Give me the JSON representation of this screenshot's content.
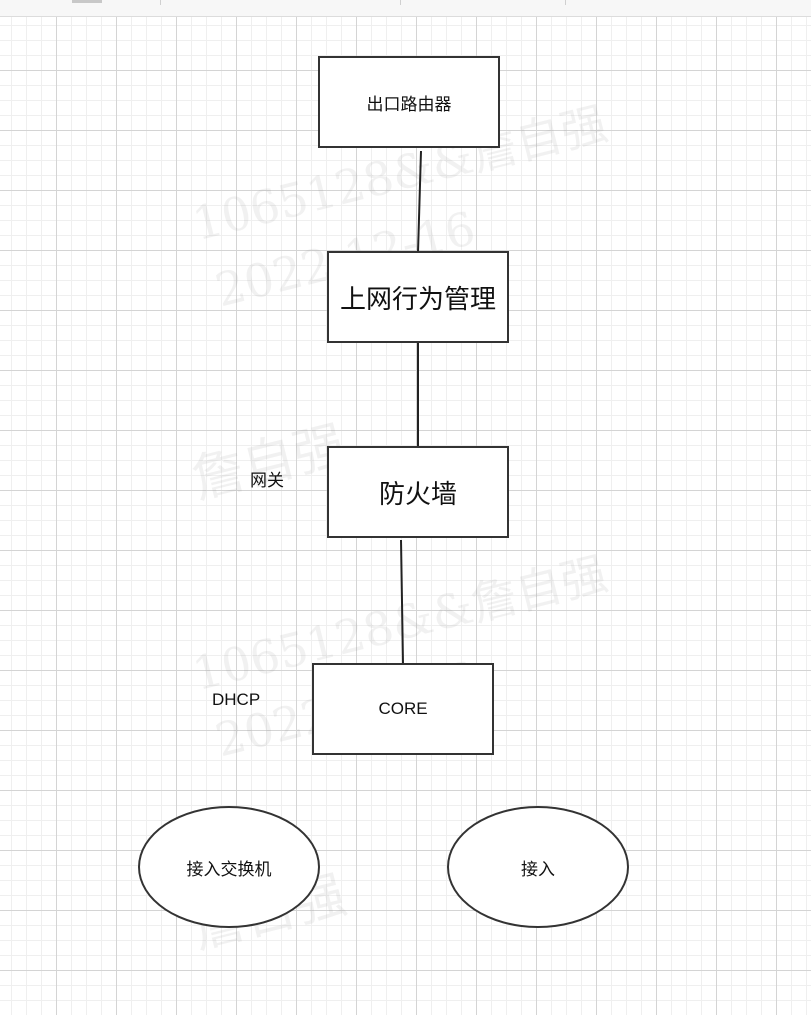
{
  "diagram": {
    "type": "network-topology",
    "nodes": [
      {
        "id": "router",
        "label": "出口路由器",
        "shape": "rectangle"
      },
      {
        "id": "behavior-mgmt",
        "label": "上网行为管理",
        "shape": "rectangle"
      },
      {
        "id": "firewall",
        "label": "防火墙",
        "shape": "rectangle"
      },
      {
        "id": "core",
        "label": "CORE",
        "shape": "rectangle"
      },
      {
        "id": "access-switch",
        "label": "接入交换机",
        "shape": "ellipse"
      },
      {
        "id": "access",
        "label": "接入",
        "shape": "ellipse"
      }
    ],
    "edges": [
      {
        "from": "router",
        "to": "behavior-mgmt"
      },
      {
        "from": "behavior-mgmt",
        "to": "firewall"
      },
      {
        "from": "firewall",
        "to": "core"
      }
    ],
    "annotations": [
      {
        "id": "gateway",
        "text": "网关",
        "near": "firewall"
      },
      {
        "id": "dhcp",
        "text": "DHCP",
        "near": "core"
      }
    ]
  },
  "watermark": {
    "line1": "1065128&&詹自强",
    "line2": "2022-12-16",
    "name": "詹自强"
  },
  "colors": {
    "stroke": "#333333",
    "grid_major": "#d4d4d4",
    "grid_minor": "#efefef",
    "background": "#ffffff"
  }
}
